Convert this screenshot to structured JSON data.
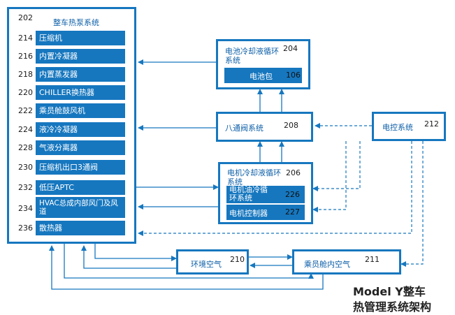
{
  "main_system": {
    "number": "202",
    "title": "整车热泵系统",
    "components": [
      {
        "num": "214",
        "label": "压缩机"
      },
      {
        "num": "216",
        "label": "内置冷凝器"
      },
      {
        "num": "218",
        "label": "内置蒸发器"
      },
      {
        "num": "220",
        "label": "CHILLER换热器"
      },
      {
        "num": "222",
        "label": "乘员舱鼓风机"
      },
      {
        "num": "224",
        "label": "液冷冷凝器"
      },
      {
        "num": "228",
        "label": "气液分离器"
      },
      {
        "num": "230",
        "label": "压缩机出口3通阀"
      },
      {
        "num": "232",
        "label": "低压APTC"
      },
      {
        "num": "234",
        "label": "HVAC总成内部风门及风道"
      },
      {
        "num": "236",
        "label": "散热器"
      }
    ]
  },
  "battery_loop": {
    "number": "204",
    "title": "电池冷却液循环系统",
    "battery": {
      "number": "106",
      "label": "电池包"
    }
  },
  "valve": {
    "number": "208",
    "label": "八通阀系统"
  },
  "motor_loop": {
    "number": "206",
    "title": "电机冷却液循环系统",
    "oil": {
      "number": "226",
      "label": "电机油冷循环系统"
    },
    "controller": {
      "number": "227",
      "label": "电机控制器"
    }
  },
  "ecu": {
    "number": "212",
    "label": "电控系统"
  },
  "ambient": {
    "number": "210",
    "label": "环境空气"
  },
  "cabin": {
    "number": "211",
    "label": "乘员舱内空气"
  },
  "caption": {
    "line1": "Model Y整车",
    "line2": "热管理系统架构"
  },
  "colors": {
    "accent": "#1677bf"
  }
}
